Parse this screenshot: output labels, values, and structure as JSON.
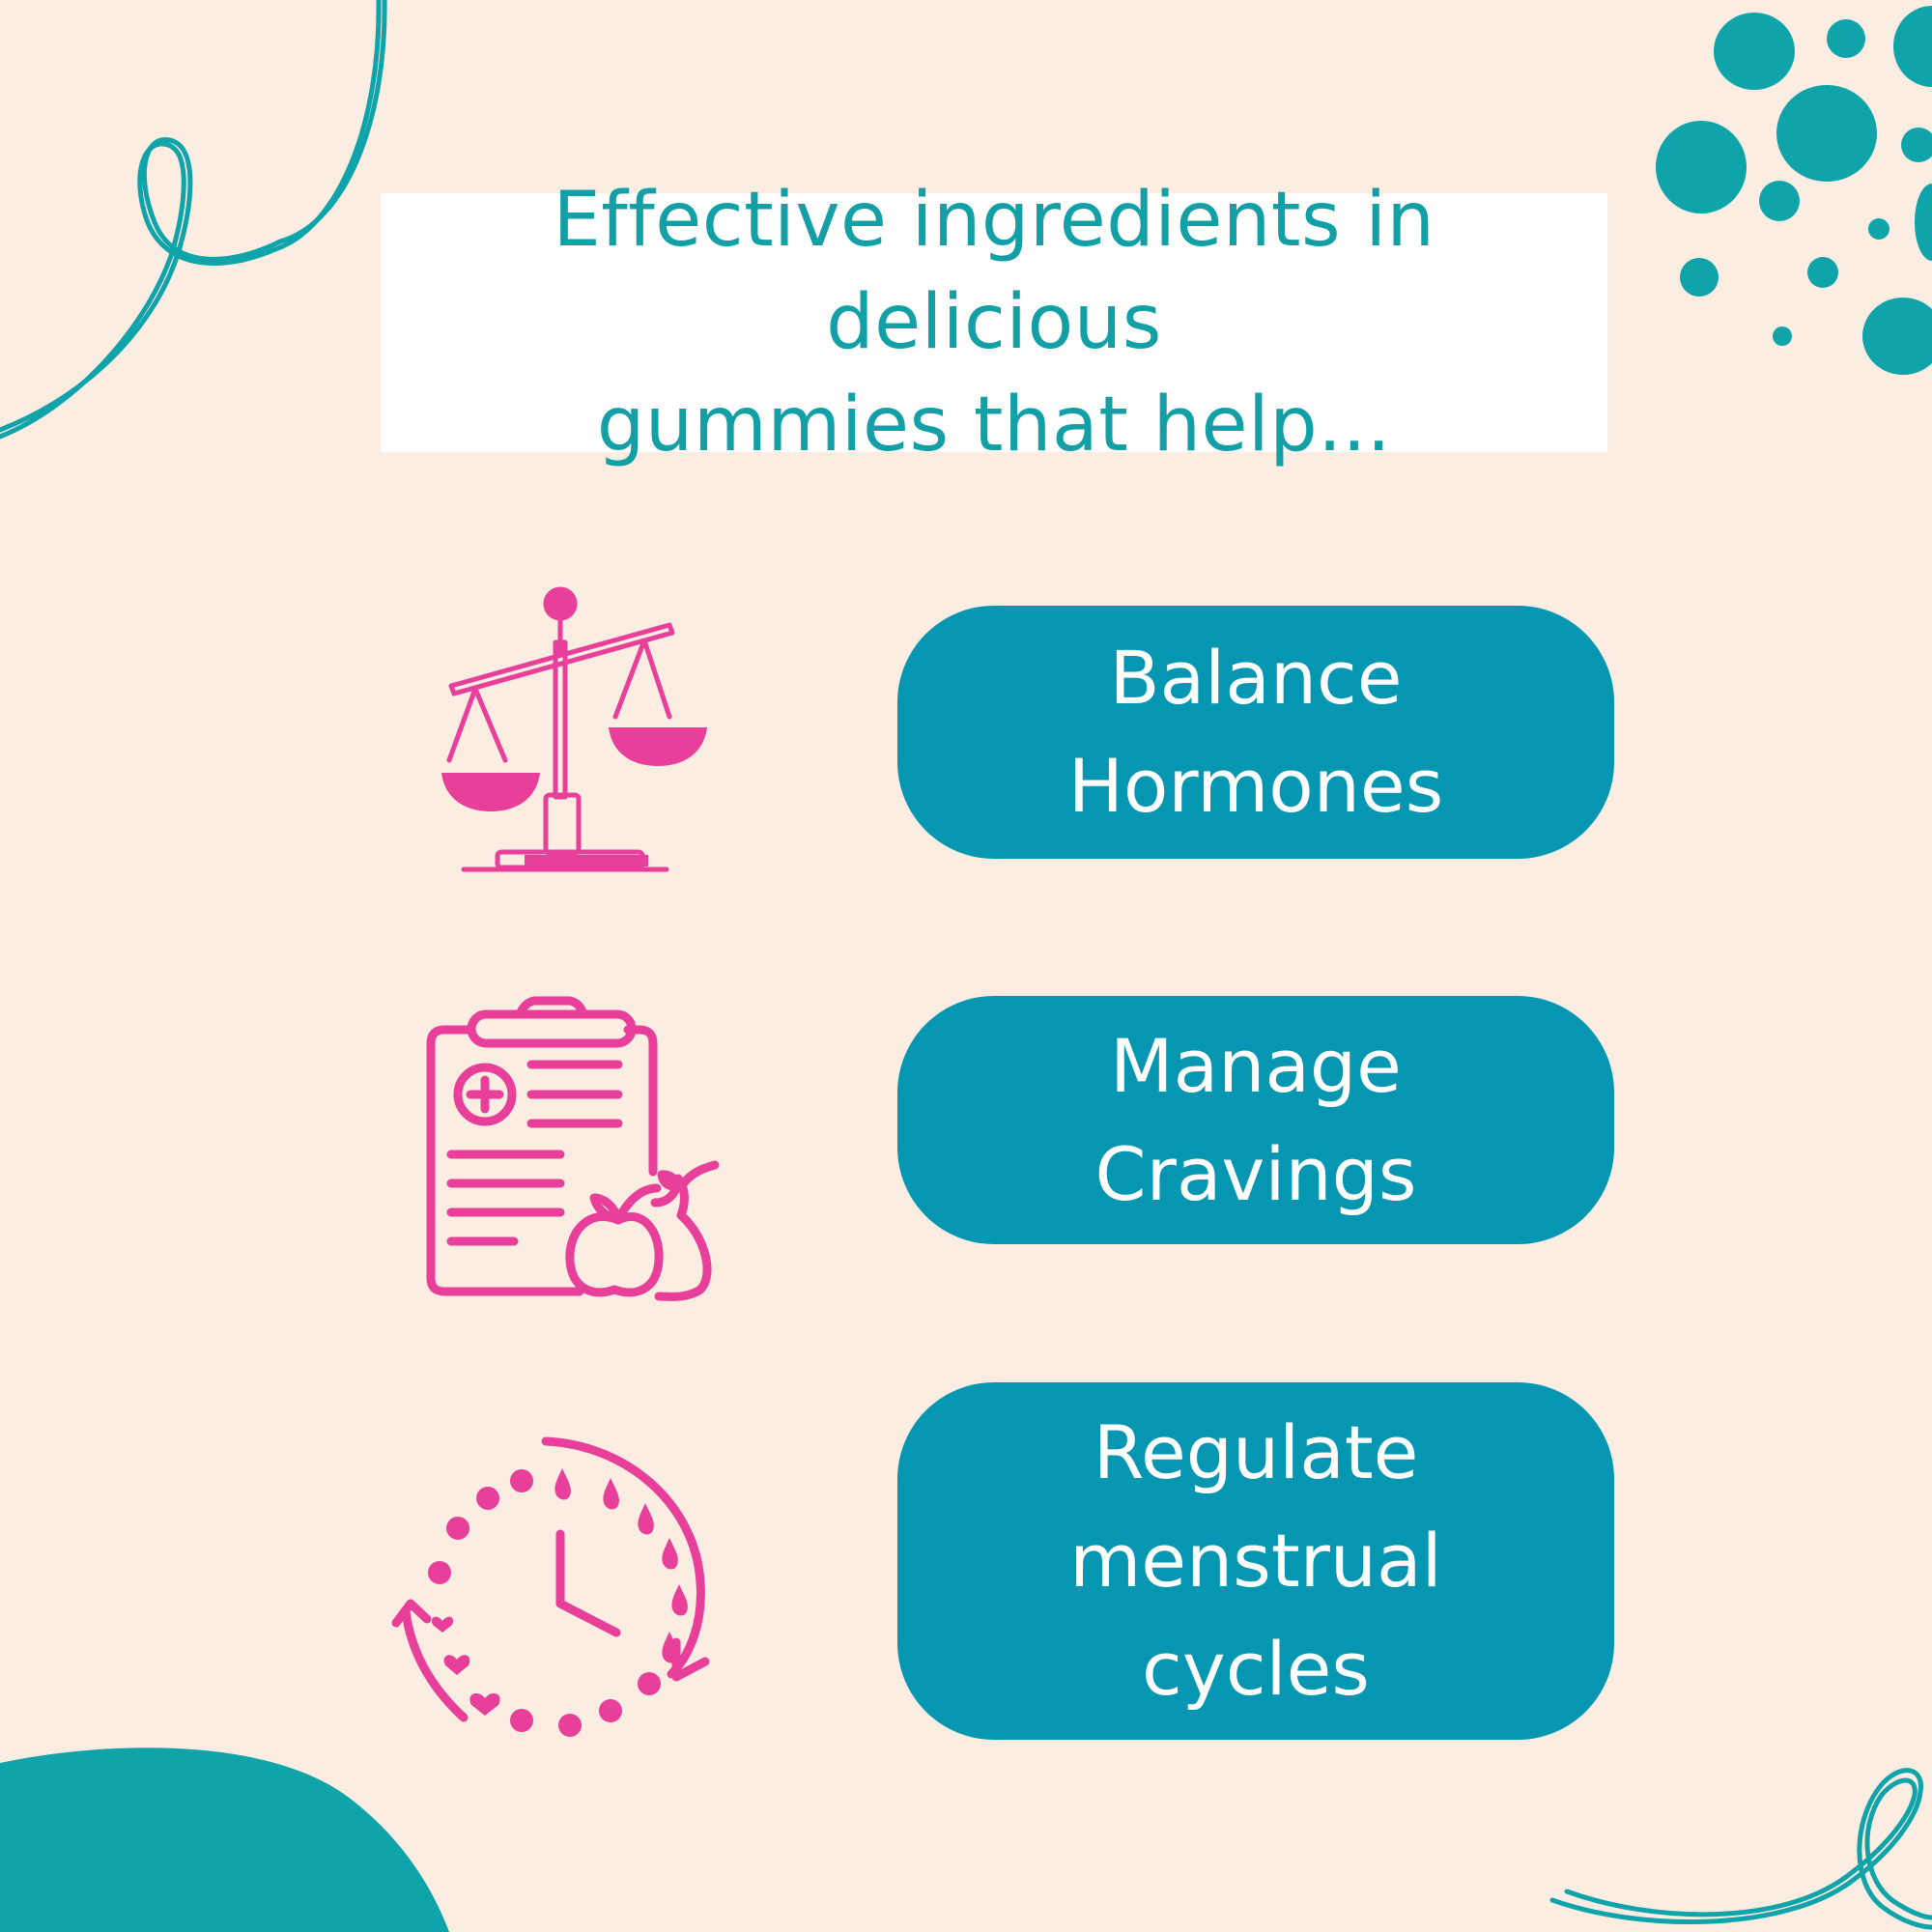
{
  "header": {
    "title_line1": "Effective ingredients in delicious",
    "title_line2": "gummies that help..."
  },
  "benefits": [
    {
      "icon": "balance-scale-icon",
      "line1": "Balance",
      "line2": "Hormones"
    },
    {
      "icon": "clipboard-fruit-icon",
      "line1": "Manage",
      "line2": "Cravings"
    },
    {
      "icon": "cycle-clock-icon",
      "line1": "Regulate",
      "line2": "menstrual",
      "line3": "cycles"
    }
  ],
  "colors": {
    "background": "#fcede2",
    "teal_text": "#12a0a6",
    "pill": "#0597b2",
    "icon_pink": "#e8409a",
    "decoration_teal": "#0fa3aa"
  }
}
